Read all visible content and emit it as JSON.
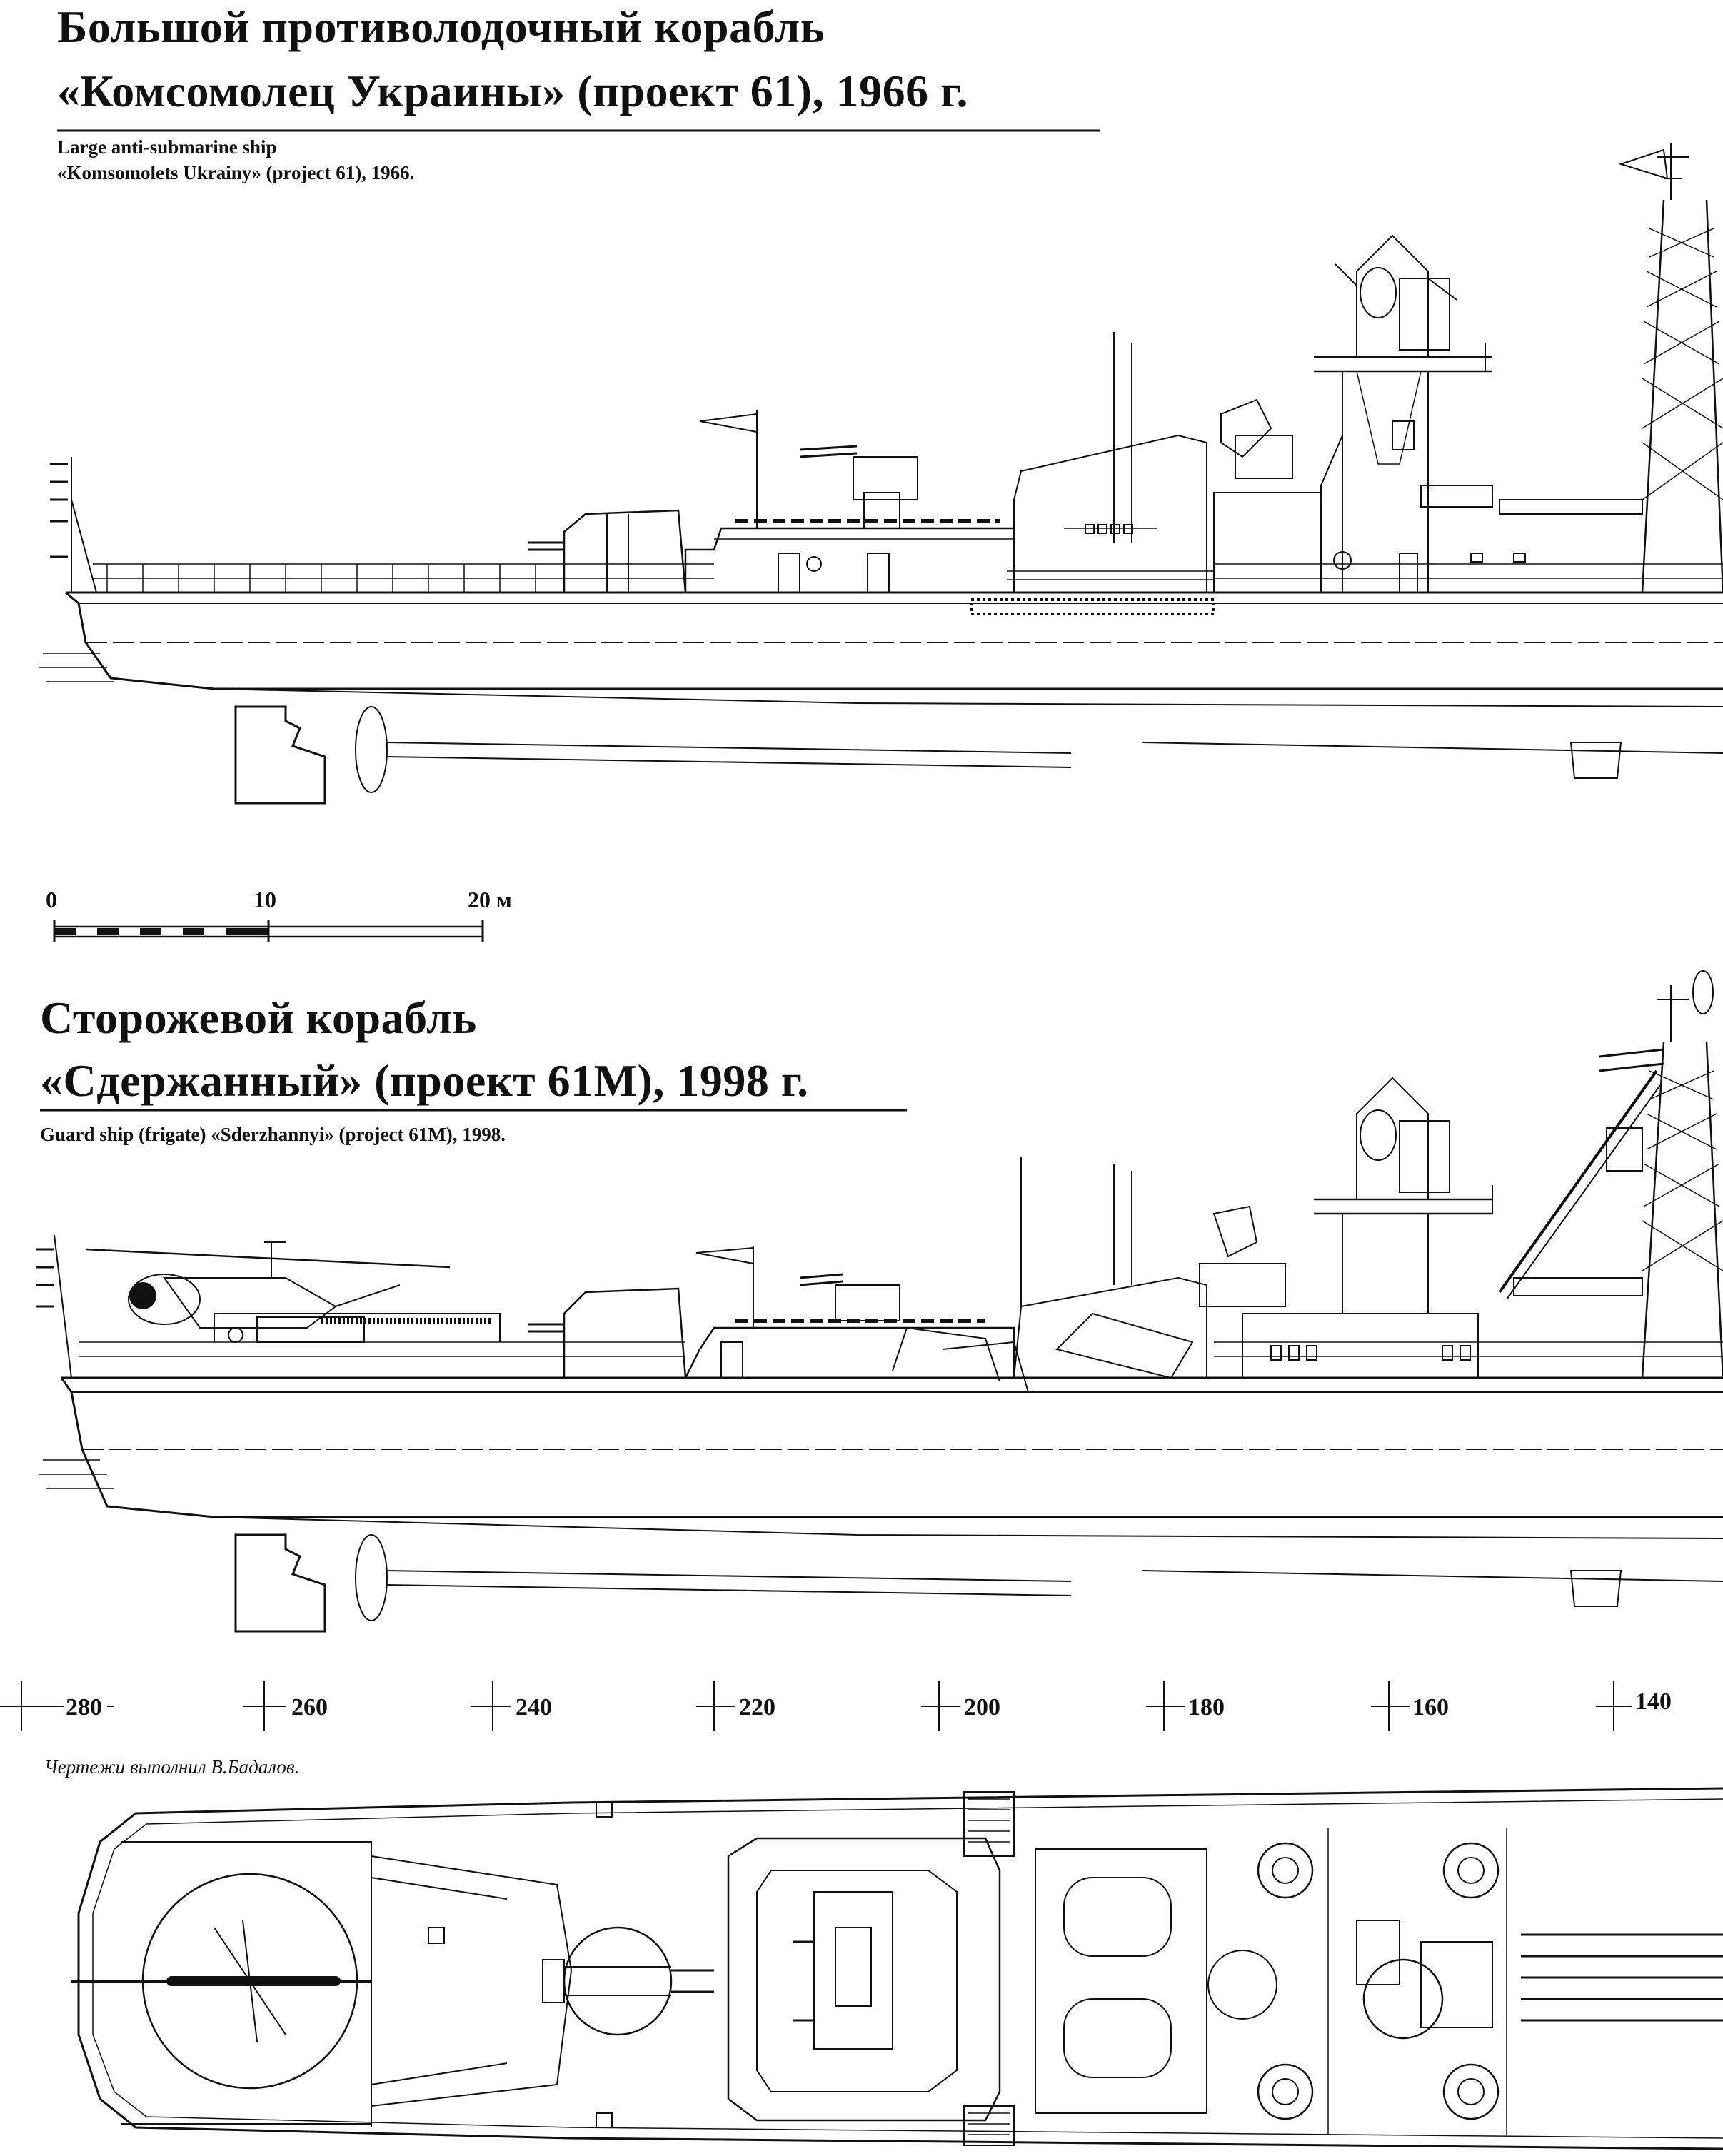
{
  "section1": {
    "title_ru_line1": "Большой противолодочный корабль",
    "title_ru_line2": "«Комсомолец Украины» (проект 61), 1966 г.",
    "title_en_line1": "Large anti-submarine ship",
    "title_en_line2": "«Komsomolets Ukrainy» (project 61), 1966."
  },
  "scale_bar": {
    "labels": [
      "0",
      "10",
      "20 м"
    ]
  },
  "section2": {
    "title_ru_line1": "Сторожевой корабль",
    "title_ru_line2": "«Сдержанный» (проект 61М), 1998 г.",
    "title_en": "Guard ship (frigate) «Sderzhannyi» (project 61M), 1998."
  },
  "frame_ruler": {
    "labels": [
      "280",
      "260",
      "240",
      "220",
      "200",
      "180",
      "160",
      "140"
    ]
  },
  "credit": "Чертежи выполнил В.Бадалов."
}
